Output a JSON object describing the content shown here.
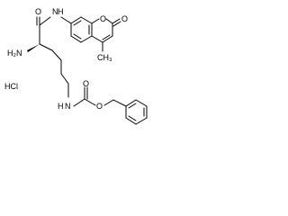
{
  "atom_labels": {
    "amide_o": "O",
    "amide_nh": "N",
    "amide_h": "H",
    "amine": "H₂N",
    "ring_o": "O",
    "carbonyl_o": "O",
    "methyl": "CH₃",
    "cbz_nh": "N",
    "cbz_h": "H",
    "cbz_o_carbonyl": "O",
    "cbz_o_ester": "O",
    "counterion": "HCl"
  }
}
